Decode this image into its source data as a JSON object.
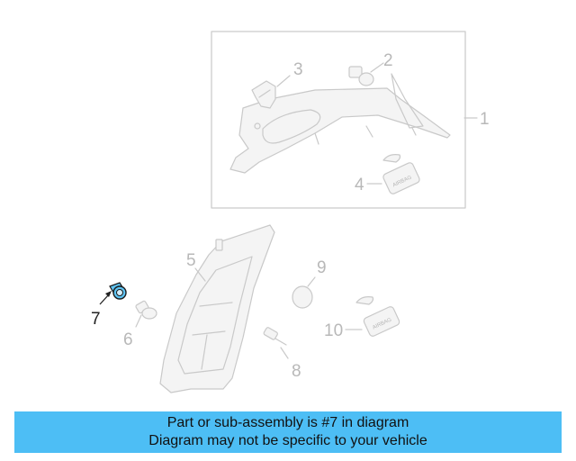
{
  "callouts": [
    "1",
    "2",
    "3",
    "4",
    "5",
    "6",
    "7",
    "8",
    "9",
    "10"
  ],
  "airbag_tag": "AIRBAG",
  "highlighted_part": "7",
  "colors": {
    "highlight_part": "#5ec3f2",
    "banner_bg": "#4dbef5",
    "ghost_line": "#c9c9c9"
  },
  "banner": {
    "line1": "Part or sub-assembly is #7 in diagram",
    "line2": "Diagram may not be specific to your vehicle"
  }
}
